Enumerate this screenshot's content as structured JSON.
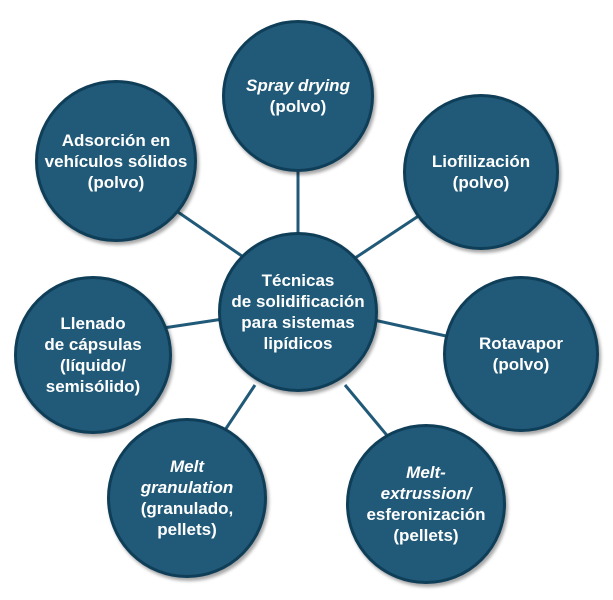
{
  "center": {
    "lines": [
      "Técnicas",
      "de solidificación",
      "para sistemas",
      "lipídicos"
    ]
  },
  "nodes": [
    {
      "id": "spray-drying",
      "lines": [
        "Spray drying",
        "(polvo)"
      ],
      "italic_lines": [
        0
      ]
    },
    {
      "id": "liofilizacion",
      "lines": [
        "Liofilización",
        "(polvo)"
      ],
      "italic_lines": []
    },
    {
      "id": "rotavapor",
      "lines": [
        "Rotavapor",
        "(polvo)"
      ],
      "italic_lines": []
    },
    {
      "id": "melt-extrussion",
      "lines": [
        "Melt-",
        "extrussion/",
        "esferonización",
        "(pellets)"
      ],
      "italic_lines": [
        0,
        1
      ]
    },
    {
      "id": "melt-granulation",
      "lines": [
        "Melt",
        "granulation",
        "(granulado,",
        "pellets)"
      ],
      "italic_lines": [
        0,
        1
      ]
    },
    {
      "id": "llenado-capsulas",
      "lines": [
        "Llenado",
        "de cápsulas",
        "(líquido/",
        "semisólido)"
      ],
      "italic_lines": []
    },
    {
      "id": "adsorcion",
      "lines": [
        "Adsorción en",
        "vehículos sólidos",
        "(polvo)"
      ],
      "italic_lines": []
    }
  ],
  "colors": {
    "node_fill": "#215a78",
    "node_border": "#0f3e58",
    "link": "#215a78",
    "text": "#ffffff"
  }
}
